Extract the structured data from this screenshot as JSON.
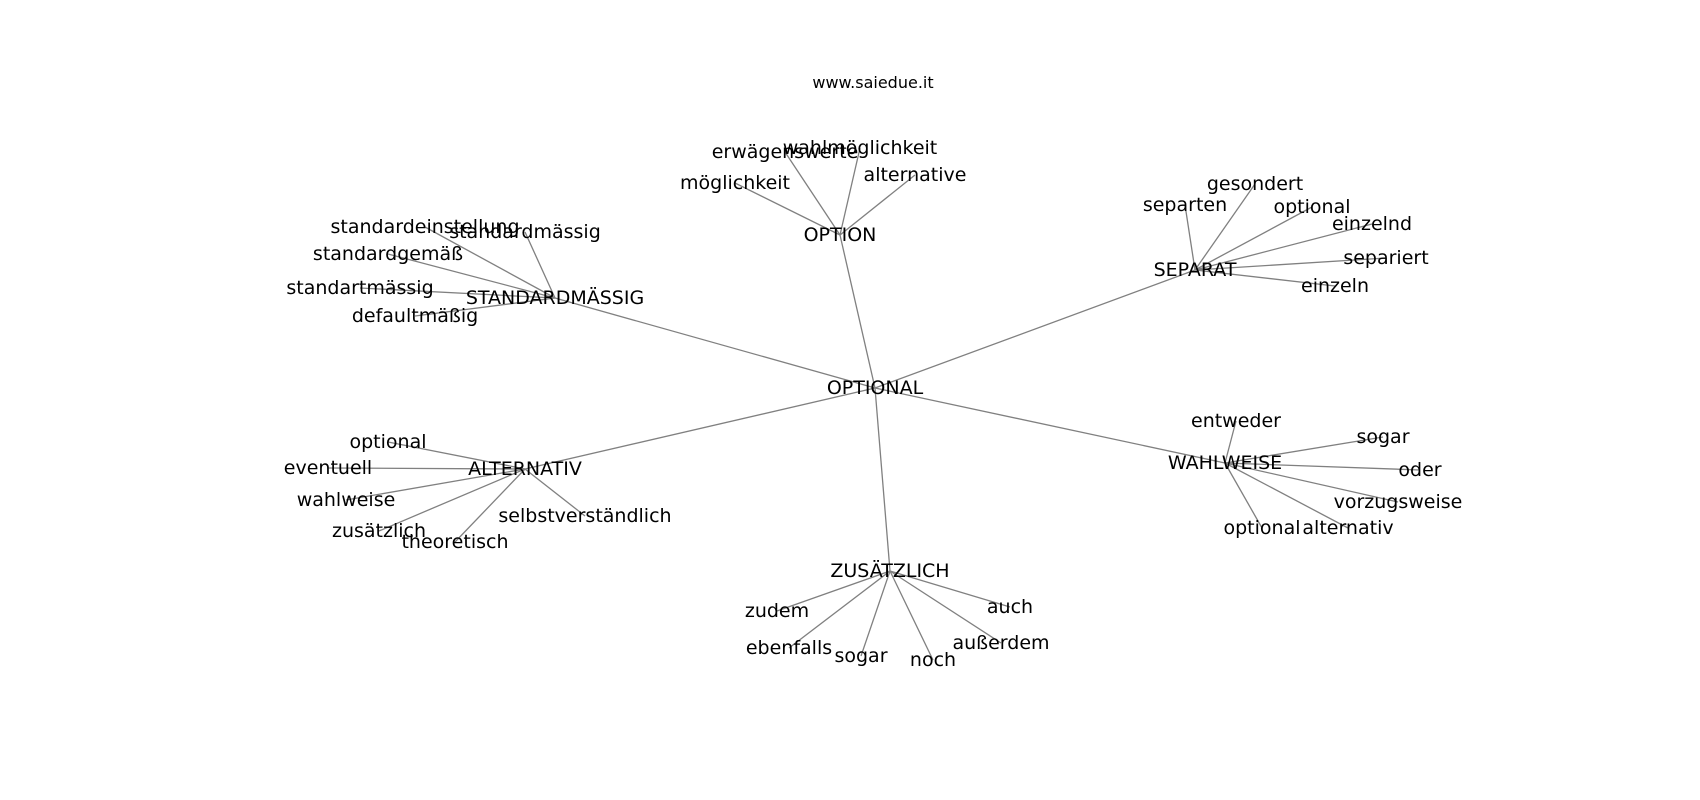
{
  "watermark": "www.saiedue.it",
  "graph": {
    "center": "OPTIONAL",
    "groups": [
      {
        "hub": "OPTION",
        "words": [
          "erwägenswerte",
          "wahlmöglichkeit",
          "möglichkeit",
          "alternative"
        ]
      },
      {
        "hub": "SEPARAT",
        "words": [
          "gesondert",
          "separten",
          "optional",
          "einzelnd",
          "separiert",
          "einzeln"
        ]
      },
      {
        "hub": "STANDARDMÄSSIG",
        "words": [
          "standardeinstellung",
          "standardmässig",
          "standardgemäß",
          "standartmässig",
          "defaultmäßig"
        ]
      },
      {
        "hub": "ALTERNATIV",
        "words": [
          "optional",
          "eventuell",
          "wahlweise",
          "zusätzlich",
          "theoretisch",
          "selbstverständlich"
        ]
      },
      {
        "hub": "WAHLWEISE",
        "words": [
          "entweder",
          "sogar",
          "oder",
          "vorzugsweise",
          "optional",
          "alternativ"
        ]
      },
      {
        "hub": "ZUSÄTZLICH",
        "words": [
          "zudem",
          "auch",
          "außerdem",
          "ebenfalls",
          "sogar",
          "noch"
        ]
      }
    ]
  }
}
